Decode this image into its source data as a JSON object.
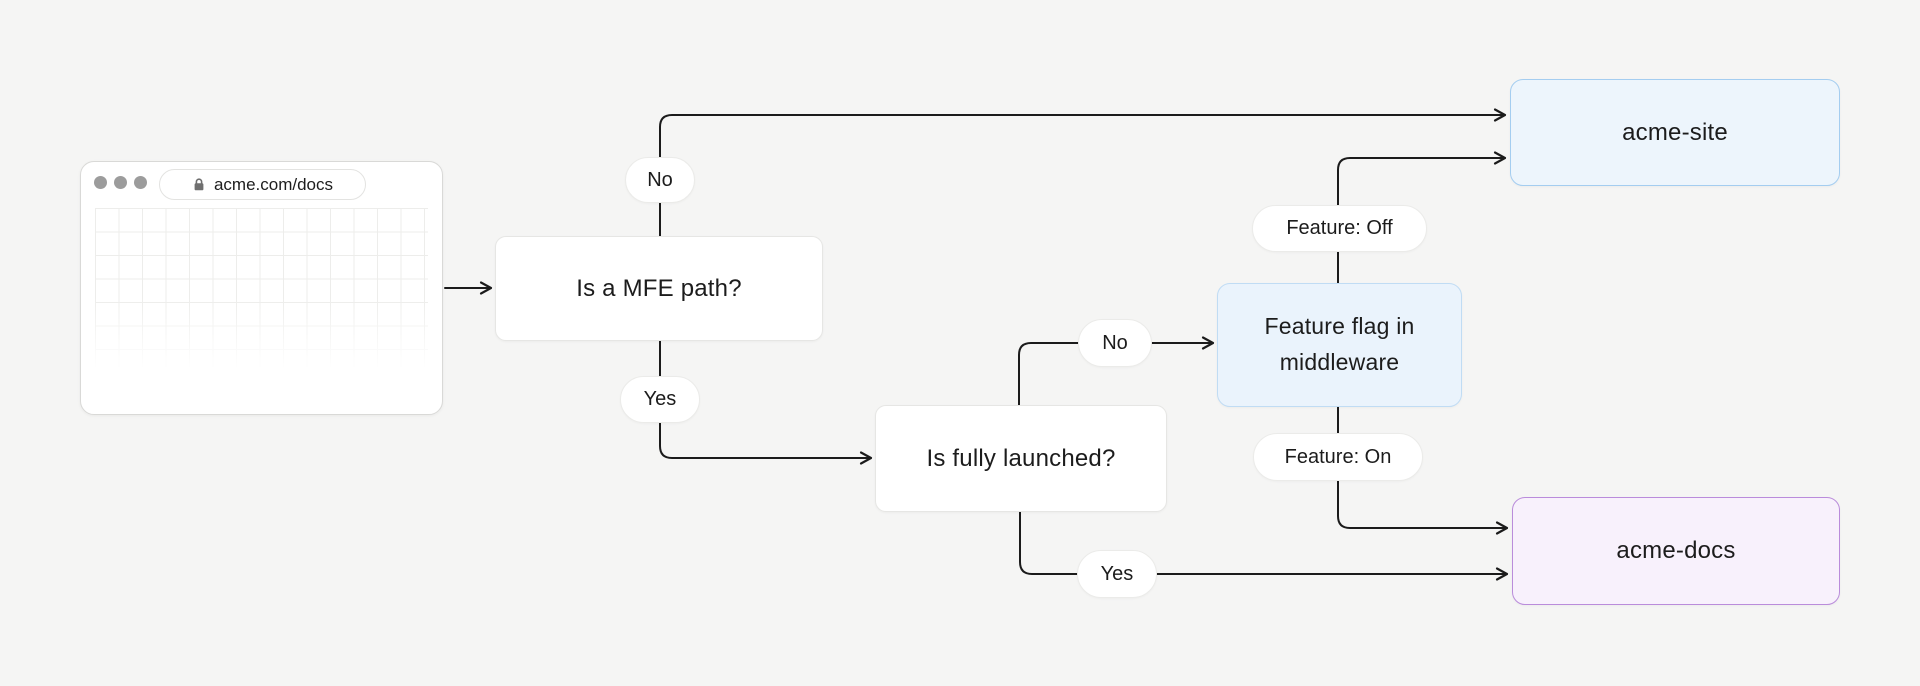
{
  "canvas": {
    "background": "#f5f5f4",
    "connector_color": "#1b1b1b"
  },
  "browser_window": {
    "url_text": "acme.com/docs",
    "lock_icon": "lock-icon",
    "traffic_light_dots": 3
  },
  "nodes": {
    "mfe_question": {
      "label": "Is a MFE path?",
      "fill": "#ffffff",
      "border": "#e6e6e4"
    },
    "launched_question": {
      "label": "Is fully launched?",
      "fill": "#ffffff",
      "border": "#e6e6e4"
    },
    "feature_flag": {
      "label": "Feature flag in middleware",
      "fill": "#eaf3fc",
      "border": "#c0dcf4"
    },
    "acme_site": {
      "label": "acme-site",
      "fill": "#edf5fc",
      "border": "#a4cdf0"
    },
    "acme_docs": {
      "label": "acme-docs",
      "fill": "#f8f1fc",
      "border": "#ba8cdb"
    }
  },
  "edge_labels": {
    "mfe_no": "No",
    "mfe_yes": "Yes",
    "launched_no": "No",
    "launched_yes": "Yes",
    "feature_off": "Feature: Off",
    "feature_on": "Feature: On"
  }
}
